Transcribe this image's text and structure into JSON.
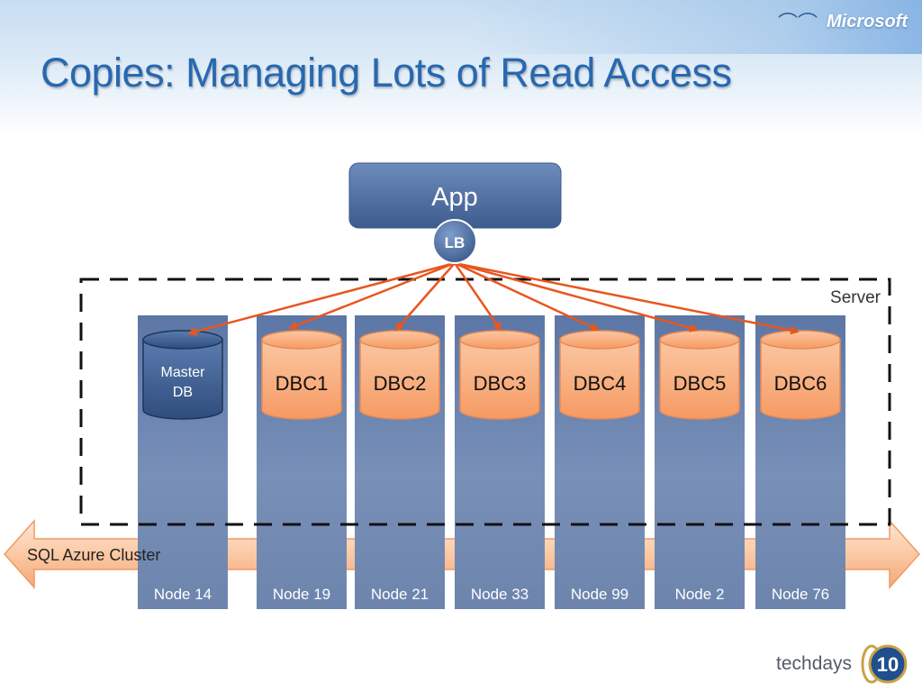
{
  "slide": {
    "title": "Copies: Managing Lots of Read Access",
    "brand": "Microsoft",
    "footer_brand": "techdays",
    "footer_number": "10"
  },
  "diagram": {
    "app_label": "App",
    "lb_label": "LB",
    "server_label": "Server",
    "cluster_label": "SQL Azure Cluster",
    "master": {
      "line1": "Master",
      "line2": "DB",
      "node": "Node 14"
    },
    "copies": [
      {
        "label": "DBC1",
        "node": "Node 19"
      },
      {
        "label": "DBC2",
        "node": "Node 21"
      },
      {
        "label": "DBC3",
        "node": "Node 33"
      },
      {
        "label": "DBC4",
        "node": "Node 99"
      },
      {
        "label": "DBC5",
        "node": "Node 2"
      },
      {
        "label": "DBC6",
        "node": "Node 76"
      }
    ]
  },
  "colors": {
    "title": "#2868b0",
    "node_column": "#5e76a0",
    "app_box": "#4a6a9c",
    "copy_db": "#f7a36f",
    "master_db": "#3e5f8e",
    "arrow": "#e8561f",
    "cluster_band": "#fbd2b4"
  }
}
